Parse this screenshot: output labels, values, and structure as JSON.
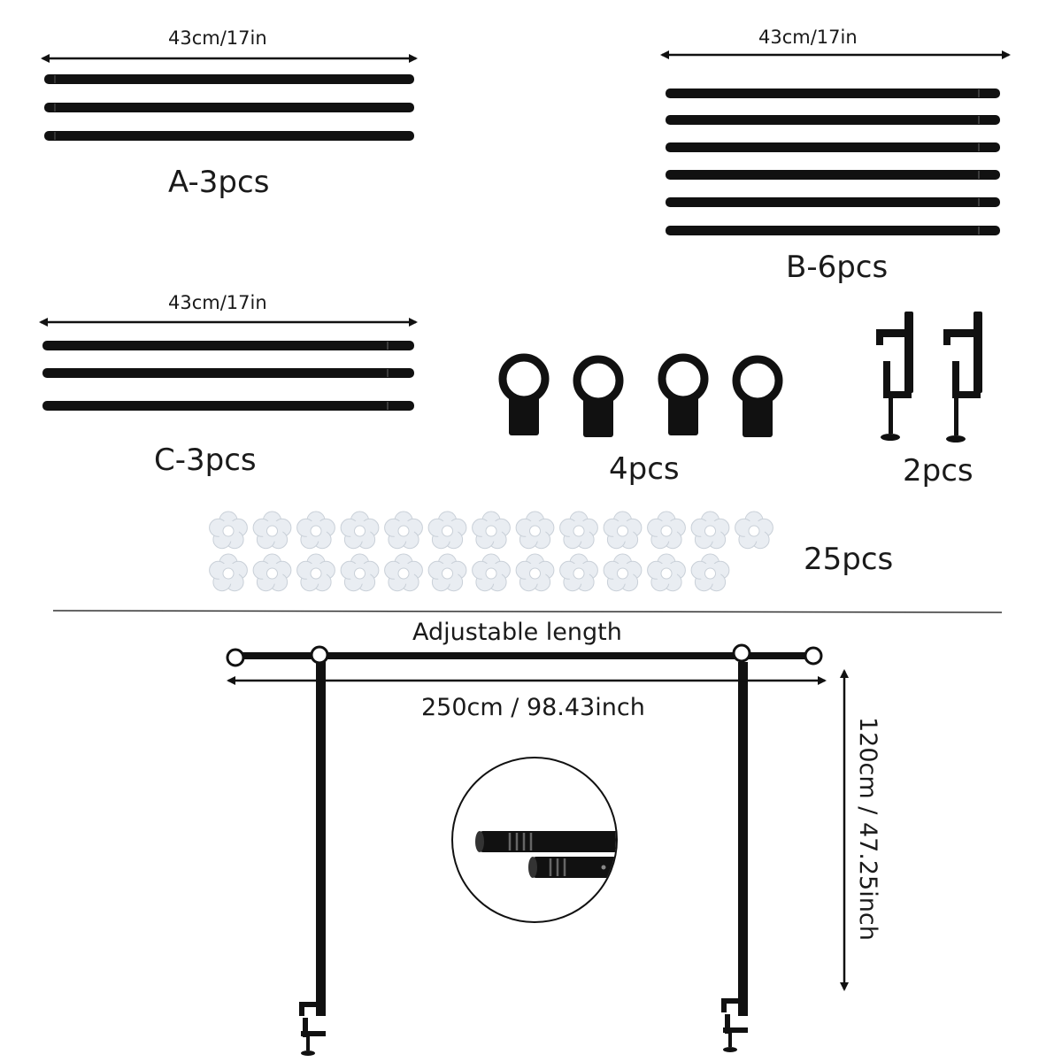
{
  "parts": {
    "a": {
      "dimension": "43cm/17in",
      "label": "A-3pcs"
    },
    "b": {
      "dimension": "43cm/17in",
      "label": "B-6pcs"
    },
    "c": {
      "dimension": "43cm/17in",
      "label": "C-3pcs"
    },
    "ring_connectors": {
      "label": "4pcs"
    },
    "clamps": {
      "label": "2pcs"
    },
    "flower_clips": {
      "label": "25pcs"
    }
  },
  "assembly": {
    "title": "Adjustable length",
    "width": "250cm / 98.43inch",
    "height": "120cm / 47.25inch"
  },
  "colors": {
    "rod": "#111111",
    "clip": "#e9edf2",
    "clip_outline": "#c9d0d8",
    "divider": "#333333"
  }
}
